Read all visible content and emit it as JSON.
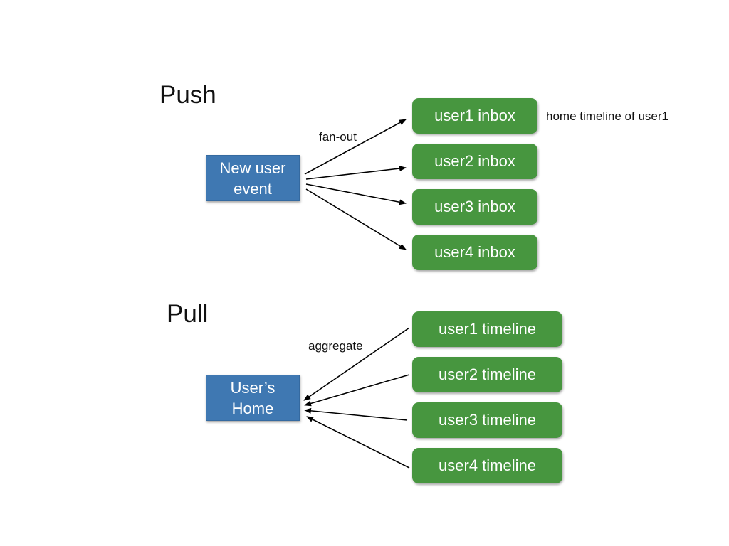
{
  "push": {
    "heading": "Push",
    "source": "New user\nevent",
    "edge_label": "fan-out",
    "targets": [
      "user1 inbox",
      "user2 inbox",
      "user3 inbox",
      "user4 inbox"
    ],
    "note": "home timeline of user1"
  },
  "pull": {
    "heading": "Pull",
    "target": "User’s\nHome",
    "edge_label": "aggregate",
    "sources": [
      "user1 timeline",
      "user2 timeline",
      "user3 timeline",
      "user4 timeline"
    ]
  },
  "colors": {
    "blue_box": "#3f78b2",
    "green_box": "#47963f",
    "arrow": "#000000"
  }
}
